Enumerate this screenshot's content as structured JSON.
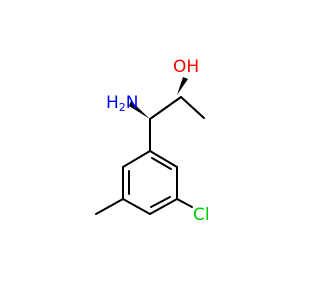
{
  "molecule": {
    "atoms": {
      "oh": {
        "text": "OH",
        "color": "#ff0000"
      },
      "nh2": {
        "text": "H2N",
        "main": "H",
        "sub": "2",
        "tail": "N",
        "color": "#0000ff"
      },
      "cl": {
        "text": "Cl",
        "color": "#00cc00"
      }
    },
    "bond_color": "#000000"
  }
}
